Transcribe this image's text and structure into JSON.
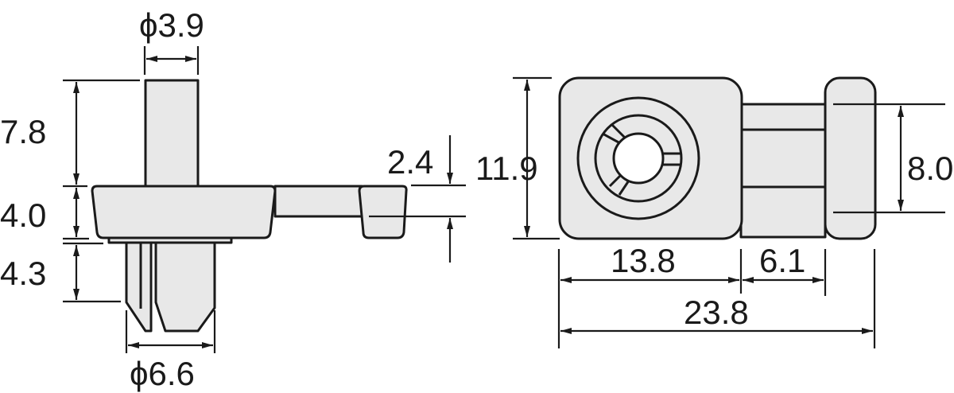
{
  "drawing": {
    "type": "technical-dimension-drawing",
    "units": "mm",
    "colors": {
      "part_fill": "#e8e8e8",
      "line": "#1a1a1a",
      "background": "#ffffff"
    },
    "side_view": {
      "dimensions": {
        "pin_diameter": "ϕ3.9",
        "pin_height": "7.8",
        "head_thickness": "4.0",
        "leg_length": "4.3",
        "leg_diameter": "ϕ6.6",
        "tab_height": "2.4"
      }
    },
    "top_view": {
      "dimensions": {
        "height": "11.9",
        "tab_width": "8.0",
        "head_width": "13.8",
        "tab_length": "6.1",
        "overall_width": "23.8"
      }
    }
  }
}
